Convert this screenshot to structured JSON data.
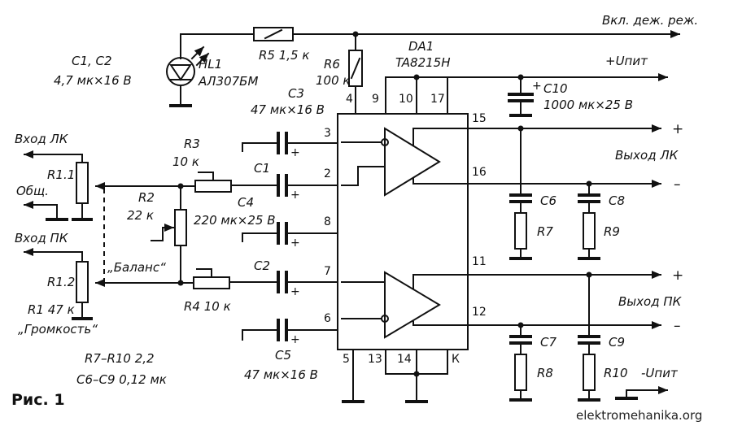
{
  "figure": {
    "caption": "Рис. 1",
    "watermark": "elektromehanika.org"
  },
  "labels": {
    "standby": "Вкл. деж. реж.",
    "vpos": "+Uпит",
    "vneg": "-Uпит",
    "ic_name": "DA1",
    "ic_type": "TA8215H",
    "c1c2_title": "C1, C2",
    "c1c2_val": "4,7 мк×16 В",
    "hl1_name": "HL1",
    "hl1_type": "АЛ307БМ",
    "r5": "R5 1,5 к",
    "r6_name": "R6",
    "r6_val": "100 к",
    "c3_name": "C3",
    "c3_val": "47 мк×16 В",
    "c10_name": "C10",
    "c10_val": "1000 мк×25 В",
    "in_left": "Вход ЛК",
    "in_right": "Вход ПК",
    "common": "Общ.",
    "r1_1": "R1.1",
    "r1_2": "R1.2",
    "r1_val": "R1 47 к",
    "volume": "„Громкость“",
    "r3_name": "R3",
    "r3_val": "10 к",
    "c1": "C1",
    "r2_name": "R2",
    "r2_val": "22 к",
    "c4_name": "C4",
    "c4_val": "220 мк×25 В",
    "balance": "„Баланс“",
    "c2": "C2",
    "r4": "R4 10 к",
    "c5_name": "C5",
    "c5_val": "47 мк×16 В",
    "r7r10": "R7–R10 2,2",
    "c6c9": "C6–C9 0,12 мк",
    "out_left": "Выход ЛК",
    "out_right": "Выход ПК",
    "plus": "+",
    "minus": "–",
    "c6": "C6",
    "c7": "C7",
    "c8": "C8",
    "c9": "C9",
    "r7": "R7",
    "r8": "R8",
    "r9": "R9",
    "r10": "R10"
  },
  "pins": {
    "p4": "4",
    "p9": "9",
    "p10": "10",
    "p17": "17",
    "p15": "15",
    "p16": "16",
    "p3": "3",
    "p2": "2",
    "p8": "8",
    "p7": "7",
    "p6": "6",
    "p11": "11",
    "p12": "12",
    "p5": "5",
    "p13": "13",
    "p14": "14",
    "pk": "К"
  },
  "capacitor_polarity": "+"
}
